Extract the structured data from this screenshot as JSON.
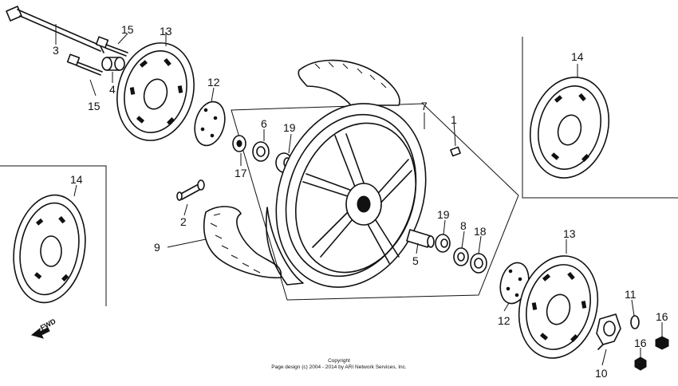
{
  "labels": {
    "l1": "1",
    "l2": "2",
    "l3": "3",
    "l4": "4",
    "l5": "5",
    "l6": "6",
    "l7": "7",
    "l8": "8",
    "l9": "9",
    "l10": "10",
    "l11": "11",
    "l12a": "12",
    "l12b": "12",
    "l13a": "13",
    "l13b": "13",
    "l14a": "14",
    "l14b": "14",
    "l15a": "15",
    "l15b": "15",
    "l16a": "16",
    "l16b": "16",
    "l17": "17",
    "l18": "18",
    "l19a": "19",
    "l19b": "19"
  },
  "fwd": "FWD",
  "copyright": {
    "line1": "Copyright",
    "line2": "Page design (c) 2004 - 2014 by ARI Network Services, Inc."
  }
}
